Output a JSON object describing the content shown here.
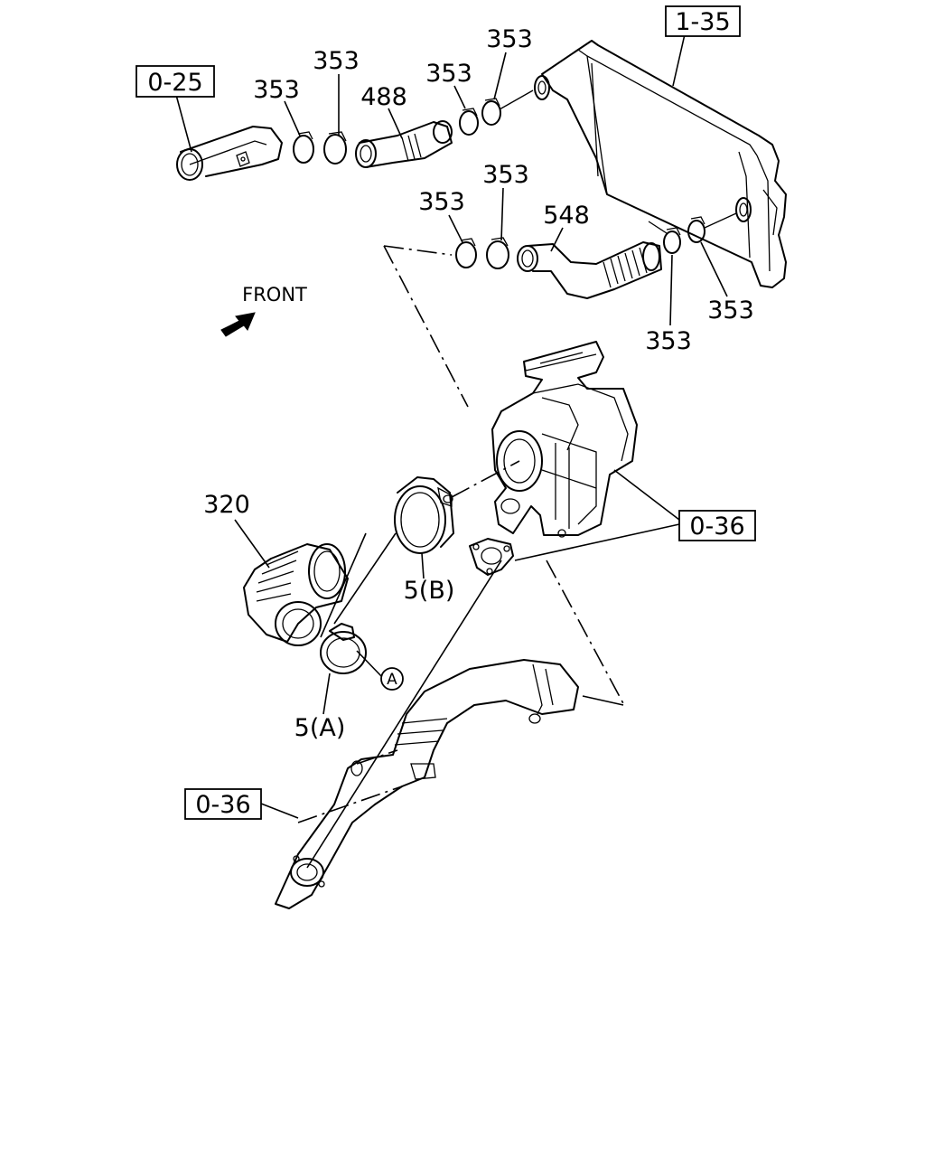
{
  "callouts": {
    "ref_0_25": "0-25",
    "ref_1_35": "1-35",
    "ref_0_36_right": "0-36",
    "ref_0_36_left": "0-36",
    "p353_a": "353",
    "p353_b": "353",
    "p488": "488",
    "p353_c": "353",
    "p353_d": "353",
    "p353_e": "353",
    "p353_f": "353",
    "p548": "548",
    "p353_g": "353",
    "p353_h": "353",
    "p320": "320",
    "p5b": "5(B)",
    "p5a": "5(A)",
    "circle_a": "A"
  },
  "front_label": "FRONT"
}
